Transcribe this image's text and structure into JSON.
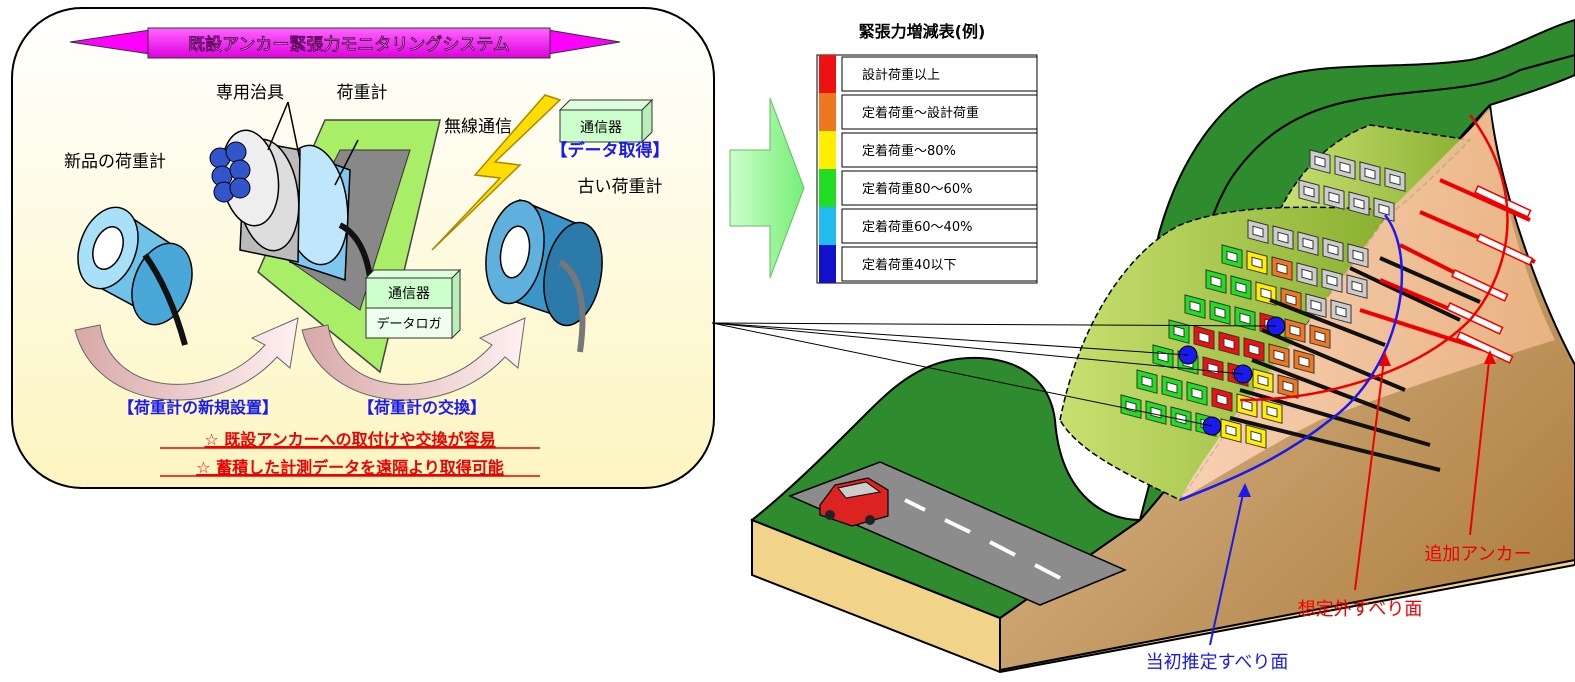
{
  "system_panel": {
    "title": "既設アンカー緊張力モニタリングシステム",
    "labels": {
      "jig": "専用治具",
      "load_cell": "荷重計",
      "wireless": "無線通信",
      "communicator_top": "通信器",
      "data_acquisition": "【データ取得】",
      "new_load_cell": "新品の荷重計",
      "old_load_cell": "古い荷重計",
      "communicator": "通信器",
      "data_logger": "データロガ"
    },
    "captions": {
      "new_install": "【荷重計の新規設置】",
      "replace": "【荷重計の交換】"
    },
    "benefits": [
      "☆ 既設アンカーへの取付けや交換が容易",
      "☆ 蓄積した計測データを遠隔より取得可能"
    ]
  },
  "legend": {
    "title": "緊張力増減表(例)",
    "items": [
      {
        "label": "設計荷重以上",
        "color": "#ee1111"
      },
      {
        "label": "定着荷重～設計荷重",
        "color": "#ee7722"
      },
      {
        "label": "定着荷重～80%",
        "color": "#ffee00"
      },
      {
        "label": "定着荷重80～60%",
        "color": "#22dd22"
      },
      {
        "label": "定着荷重60～40%",
        "color": "#22bbee"
      },
      {
        "label": "定着荷重40以下",
        "color": "#1111cc"
      }
    ]
  },
  "slope_diagram": {
    "labels": {
      "additional_anchor": "追加アンカー",
      "unexpected_slip": "想定外すべり面",
      "initial_slip": "当初推定すべり面"
    }
  },
  "colors": {
    "panel_fill": "#fdf8d2",
    "banner": "#ff00ff",
    "caption_blue": "#1a1aee",
    "benefit_red": "#ee0000",
    "grass": "#2e8b2e",
    "slope_face": "#a8c83a",
    "soil": "#c8a068",
    "road": "#8c8c8c"
  }
}
